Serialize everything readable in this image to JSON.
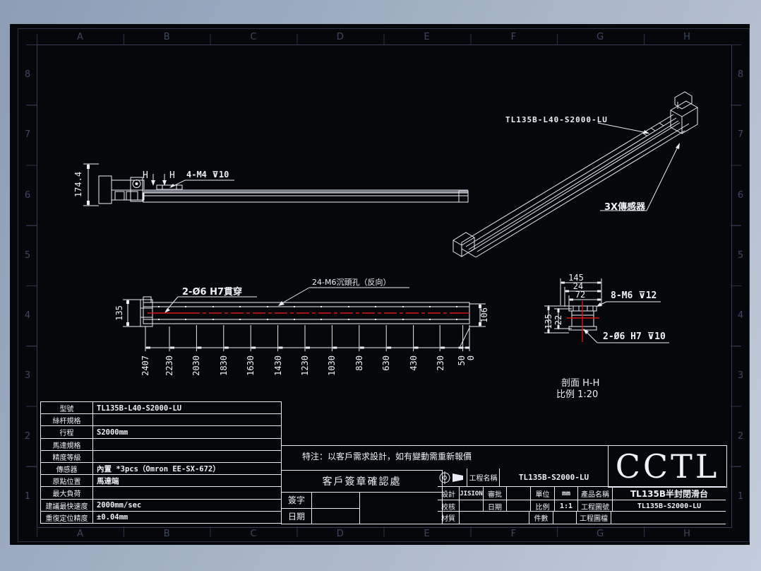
{
  "rulers": {
    "cols": [
      "A",
      "B",
      "C",
      "D",
      "E",
      "F",
      "G",
      "H"
    ],
    "rows": [
      "8",
      "7",
      "6",
      "5",
      "4",
      "3",
      "2",
      "1"
    ]
  },
  "iso_view": {
    "part_label": "TL135B-L40-S2000-LU",
    "sensor_label": "3X傳感器"
  },
  "side_view": {
    "height_dim": "174.4",
    "section_letter_left": "H",
    "section_letter_right": "H",
    "hole_note": "4-M4 ⊽10"
  },
  "plan_view": {
    "width_dim_left": "135",
    "width_dim_right": "106",
    "hole_note_left": "2-Ø6 H7貫穿",
    "hole_note_top": "24-M6沉頭孔（反向）",
    "chain_dims": [
      "2407",
      "2230",
      "2030",
      "1830",
      "1630",
      "1430",
      "1230",
      "1030",
      "830",
      "630",
      "430",
      "230",
      "50",
      "0"
    ]
  },
  "section_view": {
    "dim_145": "145",
    "dim_24": "24",
    "dim_72": "72",
    "dim_135": "135",
    "dim_22": "22",
    "note_top": "8-M6 ⊽12",
    "note_bottom": "2-Ø6 H7 ⊽10",
    "caption_line1": "剖面 H-H",
    "caption_line2": "比例 1:20"
  },
  "spec_table": {
    "rows": [
      {
        "label": "型號",
        "value": "TL135B-L40-S2000-LU"
      },
      {
        "label": "絲杆規格",
        "value": ""
      },
      {
        "label": "行程",
        "value": "S2000mm"
      },
      {
        "label": "馬達規格",
        "value": ""
      },
      {
        "label": "精度等級",
        "value": ""
      },
      {
        "label": "傳感器",
        "value": "內置 *3pcs（Omron EE-SX-672）"
      },
      {
        "label": "原點位置",
        "value": "馬達端"
      },
      {
        "label": "最大負荷",
        "value": ""
      },
      {
        "label": "建議最快速度",
        "value": "2000mm/sec"
      },
      {
        "label": "重復定位精度",
        "value": "±0.04mm"
      }
    ]
  },
  "note": "特注：以客戶需求設計，如有變動需重新報價",
  "signature_block": {
    "title": "客戶簽章確認處",
    "row1_label": "簽字",
    "row2_label": "日期"
  },
  "title_block": {
    "project_label": "工程名稱",
    "project_value": "TL135B-S2000-LU",
    "designer_label": "設計",
    "designer_value": "JISION",
    "approve_label": "審批",
    "approve_value": "",
    "unit_label": "單位",
    "unit_value": "mm",
    "product_label": "產品名稱",
    "product_value": "TL135B半封閉滑台",
    "check_label": "校核",
    "check_value": "",
    "date_label": "日期",
    "date_value": "",
    "scale_label": "比例",
    "scale_value": "1:1",
    "drawno_label": "工程圖號",
    "drawno_value": "TL135B-S2000-LU",
    "material_label": "材質",
    "material_value": "",
    "qty_label": "件數",
    "qty_value": "",
    "file_label": "工程圖檔",
    "file_value": "",
    "logo": "CCTL"
  }
}
